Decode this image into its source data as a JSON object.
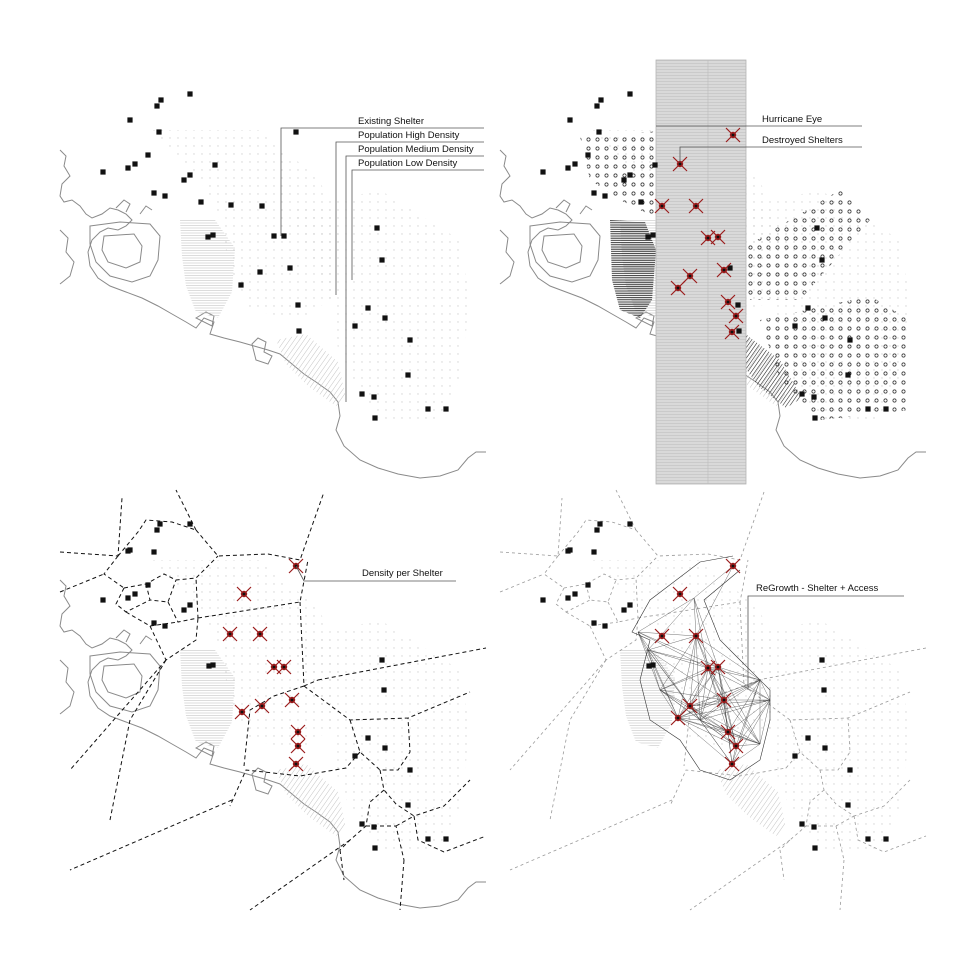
{
  "panels": {
    "top_left": {
      "labels": {
        "existing_shelter": "Existing Shelter",
        "population_high": "Population High Density",
        "population_medium": "Population Medium Density",
        "population_low": "Population Low Density"
      }
    },
    "top_right": {
      "labels": {
        "hurricane_eye": "Hurricane Eye",
        "destroyed_shelters": "Destroyed Shelters"
      }
    },
    "bottom_left": {
      "labels": {
        "density_per_shelter": "Density per Shelter"
      }
    },
    "bottom_right": {
      "labels": {
        "regrowth": "ReGrowth - Shelter + Access"
      }
    }
  },
  "colors": {
    "ink": "#111111",
    "coast": "#8a8a8a",
    "dots": "#bdbdbd",
    "eye_band": "#d6d6d6",
    "destroyed": "#9b1c1c"
  }
}
